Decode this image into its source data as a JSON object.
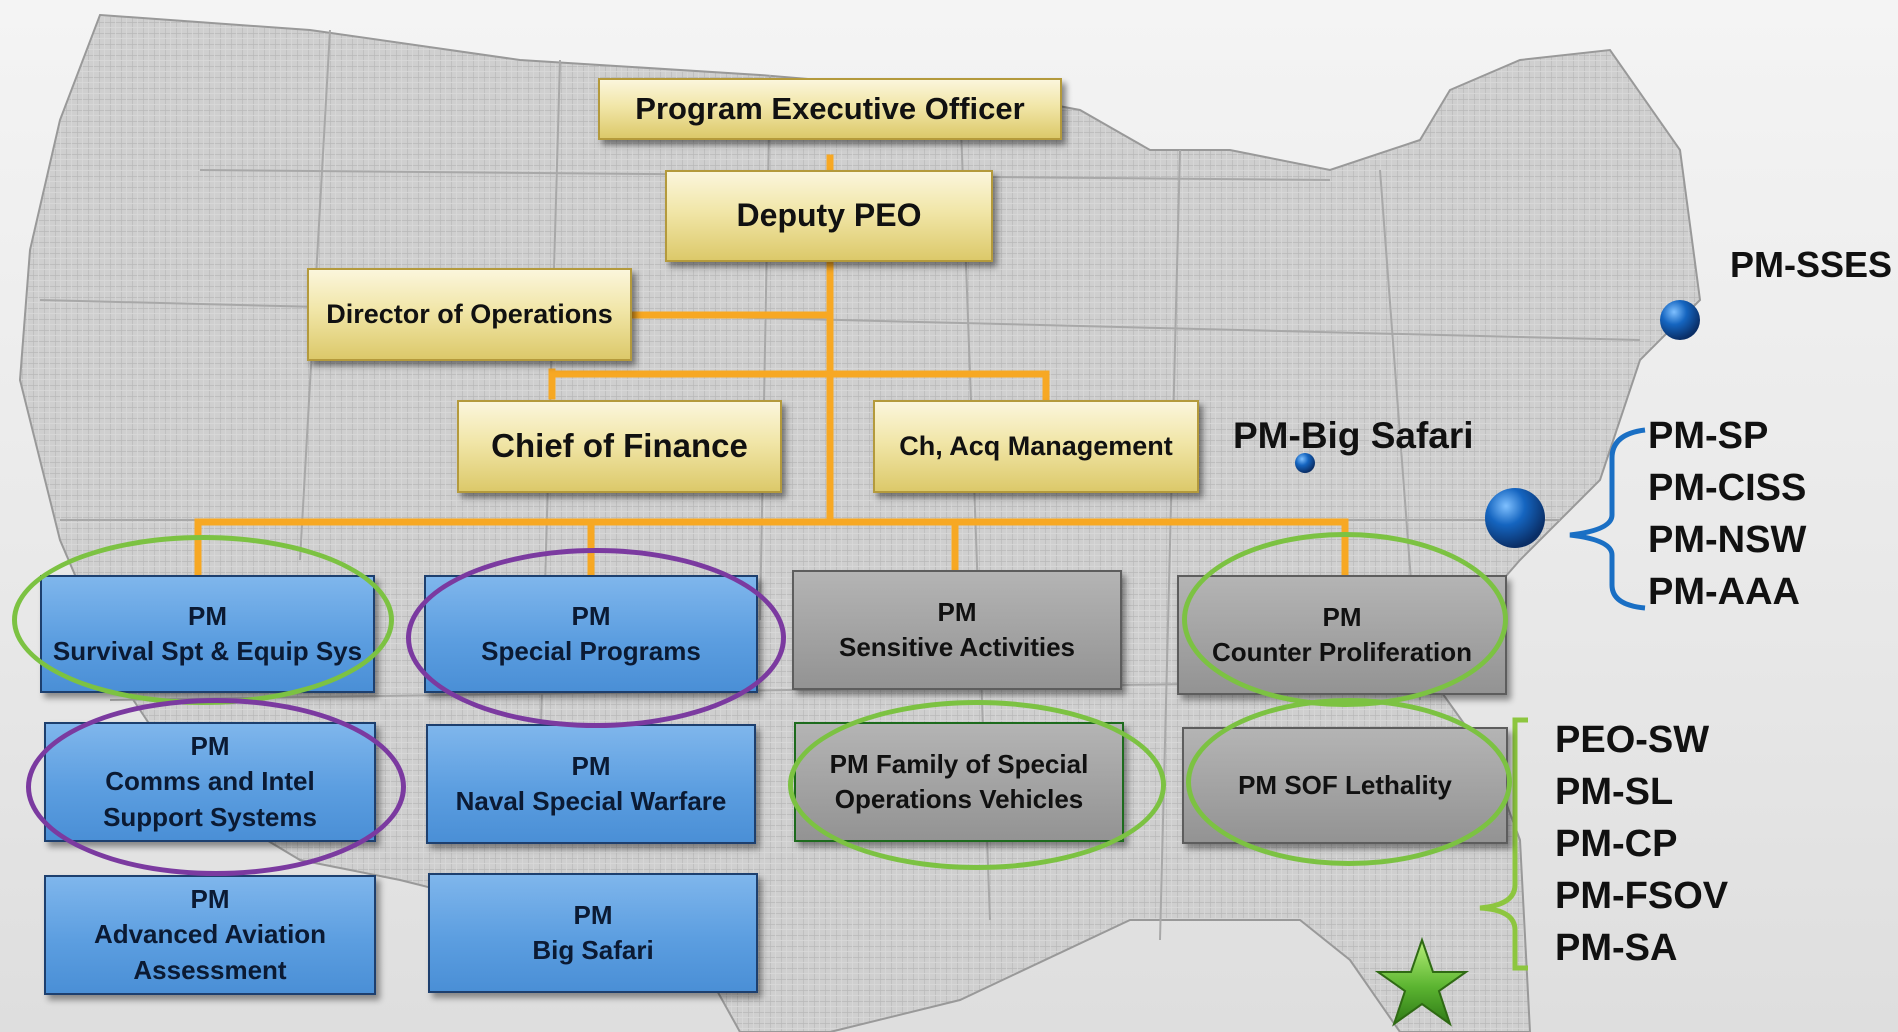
{
  "org": {
    "peo": "Program Executive Officer",
    "deputy": "Deputy PEO",
    "director_ops": "Director of Operations",
    "chief_finance": "Chief of Finance",
    "acq_mgmt": "Ch, Acq Management"
  },
  "pm_boxes": {
    "sses": {
      "line1": "PM",
      "line2": "Survival Spt & Equip Sys"
    },
    "sp": {
      "line1": "PM",
      "line2": "Special Programs"
    },
    "sa": {
      "line1": "PM",
      "line2": "Sensitive Activities"
    },
    "cp": {
      "line1": "PM",
      "line2": "Counter Proliferation"
    },
    "ciss": {
      "line1": "PM",
      "line2": "Comms and Intel",
      "line3": "Support Systems"
    },
    "nsw": {
      "line1": "PM",
      "line2": "Naval Special Warfare"
    },
    "fsov": {
      "line1": "PM Family of Special",
      "line2": "Operations Vehicles"
    },
    "sl": {
      "line1": "PM SOF Lethality"
    },
    "aaa": {
      "line1": "PM",
      "line2": "Advanced Aviation",
      "line3": "Assessment"
    },
    "bs": {
      "line1": "PM",
      "line2": "Big Safari"
    }
  },
  "map_labels": {
    "sses": "PM-SSES",
    "big_safari": "PM-Big Safari",
    "dc_group": [
      "PM-SP",
      "PM-CISS",
      "PM-NSW",
      "PM-AAA"
    ],
    "fl_group": [
      "PEO-SW",
      "PM-SL",
      "PM-CP",
      "PM-FSOV",
      "PM-SA"
    ]
  },
  "colors": {
    "connector": "#f7a823",
    "oval_green": "#7cc242",
    "oval_purple": "#7b3aa0",
    "bracket_blue": "#1a6fc4",
    "bracket_green": "#8dc63f",
    "marker_blue": "#1565c0",
    "star_green": "#5cb531"
  }
}
